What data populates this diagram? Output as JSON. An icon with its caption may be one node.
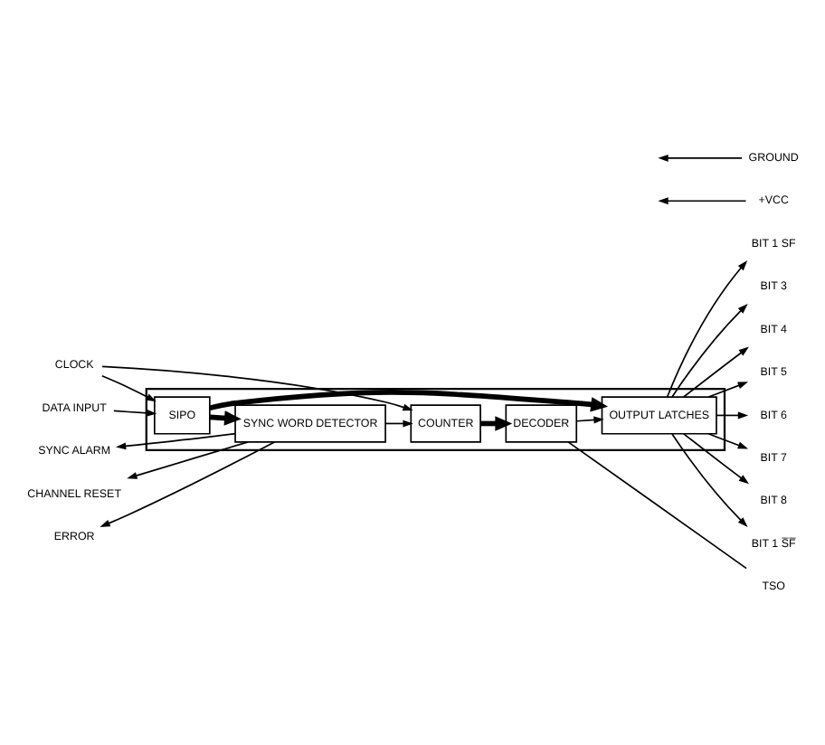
{
  "diagram": {
    "nodes": [
      {
        "text": [],
        "shape": "box"
      },
      {
        "text": [
          "CLOCK"
        ]
      },
      {
        "text": [
          "CHANNEL RESET"
        ]
      },
      {
        "text": [
          "ERROR"
        ]
      },
      {
        "text": [
          "SYNC ALARM"
        ]
      },
      {
        "text": [
          "DATA INPUT"
        ]
      },
      {
        "text": [
          "COUNTER"
        ],
        "in": 0
      },
      {
        "text": [
          "DECODER"
        ],
        "in": 0
      },
      {
        "text": [
          "SYNC WORD DETECTOR"
        ],
        "in": 0
      },
      {
        "text": [
          "OUTPUT LATCHES"
        ],
        "in": 0
      },
      {
        "text": [
          "SIPO"
        ],
        "in": 0
      },
      {
        "text": [
          "TSO"
        ]
      },
      {
        "text": [
          "BIT 1 S̅F̅"
        ]
      },
      {
        "text": [
          "BIT 1 SF"
        ]
      },
      {
        "text": [
          "BIT 3"
        ]
      },
      {
        "text": [
          "BIT 4"
        ]
      },
      {
        "text": [
          "BIT 5"
        ]
      },
      {
        "text": [
          "BIT 6"
        ]
      },
      {
        "text": [
          "BIT 7"
        ]
      },
      {
        "text": [
          "BIT 8"
        ]
      },
      {
        "text": [
          "+VCC"
        ]
      },
      {
        "text": [
          "GROUND"
        ]
      }
    ],
    "edges": [
      {
        "from": 1,
        "to": 6,
        "arrow": "to"
      },
      {
        "from": 1,
        "to": 10,
        "arrow": "to"
      },
      {
        "from": 8,
        "to": 6,
        "arrow": "to"
      },
      {
        "from": 8,
        "to": 2,
        "arrow": "to"
      },
      {
        "from": 8,
        "to": 3,
        "arrow": "to"
      },
      {
        "from": 8,
        "to": 4,
        "arrow": "to"
      },
      {
        "from": 6,
        "to": 7,
        "arrow": "to",
        "style": "thick"
      },
      {
        "from": 7,
        "to": 11,
        "arrow": "none"
      },
      {
        "from": 7,
        "to": 9,
        "arrow": "to"
      },
      {
        "from": 10,
        "to": 8,
        "arrow": "to",
        "style": "thick"
      },
      {
        "from": 10,
        "to": 9,
        "arrow": "to",
        "style": "thick"
      },
      {
        "from": 5,
        "to": 10,
        "arrow": "to"
      },
      {
        "from": 9,
        "to": 12,
        "arrow": "to"
      },
      {
        "from": 9,
        "to": 13,
        "arrow": "to"
      },
      {
        "from": 9,
        "to": 14,
        "arrow": "to"
      },
      {
        "from": 9,
        "to": 15,
        "arrow": "to"
      },
      {
        "from": 9,
        "to": 16,
        "arrow": "to"
      },
      {
        "from": 9,
        "to": 17,
        "arrow": "to"
      },
      {
        "from": 9,
        "to": 18,
        "arrow": "to"
      },
      {
        "from": 9,
        "to": 19,
        "arrow": "to"
      },
      {
        "from": 20,
        "to": null,
        "arrow": "to"
      },
      {
        "from": 21,
        "to": null,
        "arrow": "to"
      }
    ]
  }
}
